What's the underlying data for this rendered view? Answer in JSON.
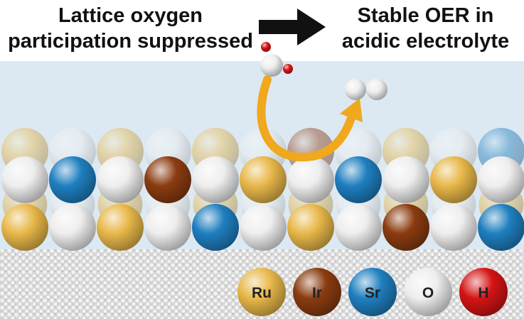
{
  "header": {
    "left_lines": [
      "Lattice oxygen",
      "participation suppressed"
    ],
    "right_lines": [
      "Stable OER in",
      "acidic electrolyte"
    ]
  },
  "legend": [
    {
      "symbol": "Ru",
      "color": "#e8b84a",
      "text_color": "#222222"
    },
    {
      "symbol": "Ir",
      "color": "#8b3c10",
      "text_color": "#222222"
    },
    {
      "symbol": "Sr",
      "color": "#1f7fc0",
      "text_color": "#222222"
    },
    {
      "symbol": "O",
      "color": "#eeeeee",
      "text_color": "#222222"
    },
    {
      "symbol": "H",
      "color": "#d41414",
      "text_color": "#222222"
    }
  ],
  "colors": {
    "electrolyte": "#dce9f3",
    "arrow": "#111111",
    "curved_arrow": "#f0a81c",
    "substrate": "#cfcfcf"
  },
  "atom_layers": {
    "back": [
      "Ru*",
      "O*",
      "Ru*",
      "O*",
      "Ru*",
      "O*",
      "Ir*",
      "O*",
      "Ru*",
      "O*",
      "Sr*"
    ],
    "front_top": [
      "O",
      "Sr",
      "O",
      "Ir",
      "O",
      "Ru",
      "O",
      "Sr",
      "O",
      "Ru",
      "O"
    ],
    "front_bottom": [
      "Ru",
      "O",
      "Ru",
      "O",
      "Sr",
      "O",
      "Ru",
      "O",
      "Ir",
      "O",
      "Sr"
    ]
  },
  "molecules": {
    "water": [
      "O",
      "H",
      "H"
    ],
    "oxygen": [
      "O",
      "O"
    ]
  }
}
